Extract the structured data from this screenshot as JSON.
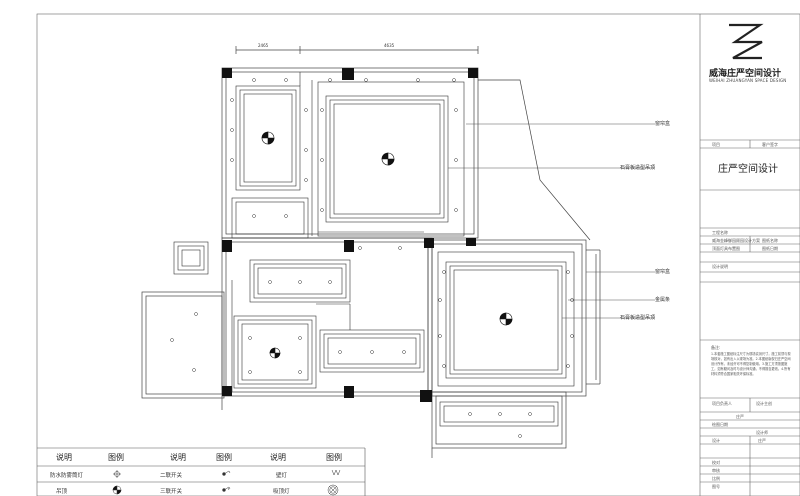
{
  "title_block": {
    "brand_cn": "威海庄严空间设计",
    "brand_en": "WEIHAI ZHUANGYAN SPACE DESIGN",
    "project_name": "庄严空间设计",
    "row_a1": "项目",
    "row_a2": "客户签字",
    "row_b1": "工程名称",
    "row_b2": "威海金峰御园顾园设计方案",
    "row_b3": "图纸名称",
    "row_c1": "顶面灯具布置图",
    "row_c2": "图纸日期",
    "row_d1": "设计说明",
    "notes_heading": "备注:",
    "notes": "1.本套施工图纸标注尺寸为现场实测尺寸，施工前须与现场核对，如有出入以现场为准。2.本图纸版权归庄严空间设计所有，未经许可不得复制使用。3.施工方须按图施工，如有疑问及时与设计师沟通，不得擅自更改。4.所有材料须符合国家相关环保标准。",
    "row_e1": "项目负责人",
    "row_e2": "设计主创",
    "row_e3": "庄严",
    "row_f1": "绘图日期",
    "row_f2": "设计师",
    "row_g1": "设计",
    "row_g2": "庄严",
    "row_h1": "校对",
    "row_h2": "审核",
    "row_i1": "比例",
    "row_i2": "图号"
  },
  "annotations": {
    "gypsum_line_1": "窗帘盒",
    "gypsum_board_1": "石膏板造型吊顶",
    "gypsum_line_2": "窗帘盒",
    "metal_strip": "金属条",
    "gypsum_board_2": "石膏板造型吊顶"
  },
  "dimensions": {
    "d1": "2465",
    "d2": "4635"
  },
  "legend": {
    "headers": [
      "说明",
      "图例",
      "说明",
      "图例",
      "说明",
      "图例"
    ],
    "rows": [
      [
        "防水防雾筒灯",
        "二联开关",
        "壁灯"
      ],
      [
        "吊顶",
        "三联开关",
        "吸顶灯"
      ]
    ]
  }
}
